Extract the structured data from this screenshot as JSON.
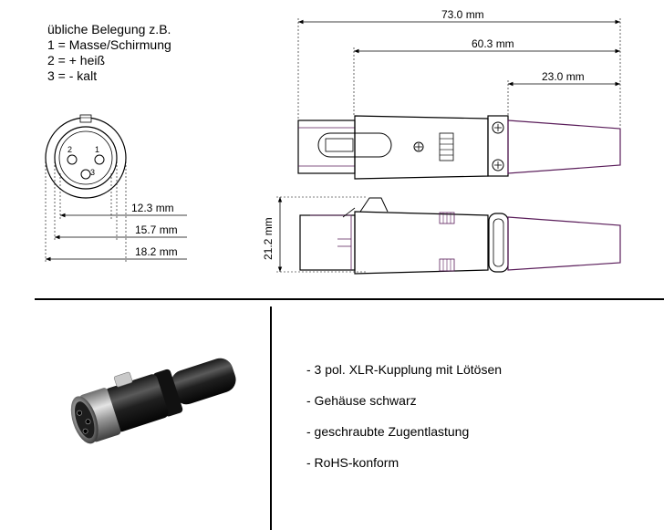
{
  "pinout": {
    "heading": "übliche Belegung z.B.",
    "pin1": "1 = Masse/Schirmung",
    "pin2": "2 = + heiß",
    "pin3": "3 = -  kalt"
  },
  "front_view": {
    "pin_labels": [
      "2",
      "1",
      "3"
    ],
    "dimensions": [
      "12.3 mm",
      "15.7 mm",
      "18.2 mm"
    ]
  },
  "side_view": {
    "dimensions": [
      "73.0 mm",
      "60.3 mm",
      "23.0 mm",
      "21.2 mm"
    ]
  },
  "features": [
    "- 3 pol. XLR-Kupplung mit Lötösen",
    "- Gehäuse schwarz",
    "- geschraubte Zugentlastung",
    "- RoHS-konform"
  ],
  "colors": {
    "line": "#000000",
    "accent": "#5a1d5a"
  }
}
